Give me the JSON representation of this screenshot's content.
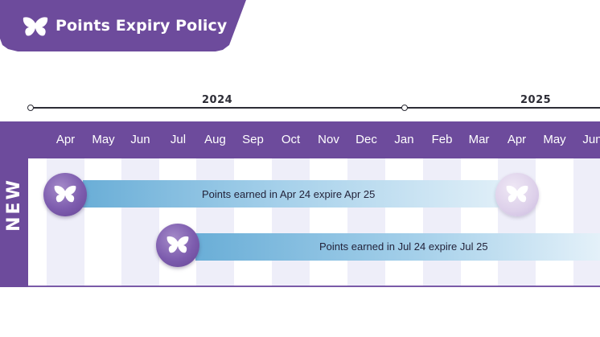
{
  "header": {
    "title": "Points Expiry Policy",
    "icon": "butterfly-icon",
    "color": "#6d4b9c"
  },
  "timeline": {
    "years": [
      {
        "label": "2024"
      },
      {
        "label": "2025"
      }
    ],
    "months": [
      "Apr",
      "May",
      "Jun",
      "Jul",
      "Aug",
      "Sep",
      "Oct",
      "Nov",
      "Dec",
      "Jan",
      "Feb",
      "Mar",
      "Apr",
      "May",
      "Jun"
    ]
  },
  "section": {
    "label": "NEW"
  },
  "rows": [
    {
      "text": "Points earned in Apr 24 expire Apr 25",
      "start_month": "Apr 2024",
      "end_month": "Apr 2025"
    },
    {
      "text": "Points earned in Jul 24 expire Jul 25",
      "start_month": "Jul 2024",
      "end_month": "Jul 2025"
    }
  ],
  "colors": {
    "purple": "#6d4b9c",
    "bar_blue": "#6aaed7",
    "stripe": "#eeeef9"
  }
}
